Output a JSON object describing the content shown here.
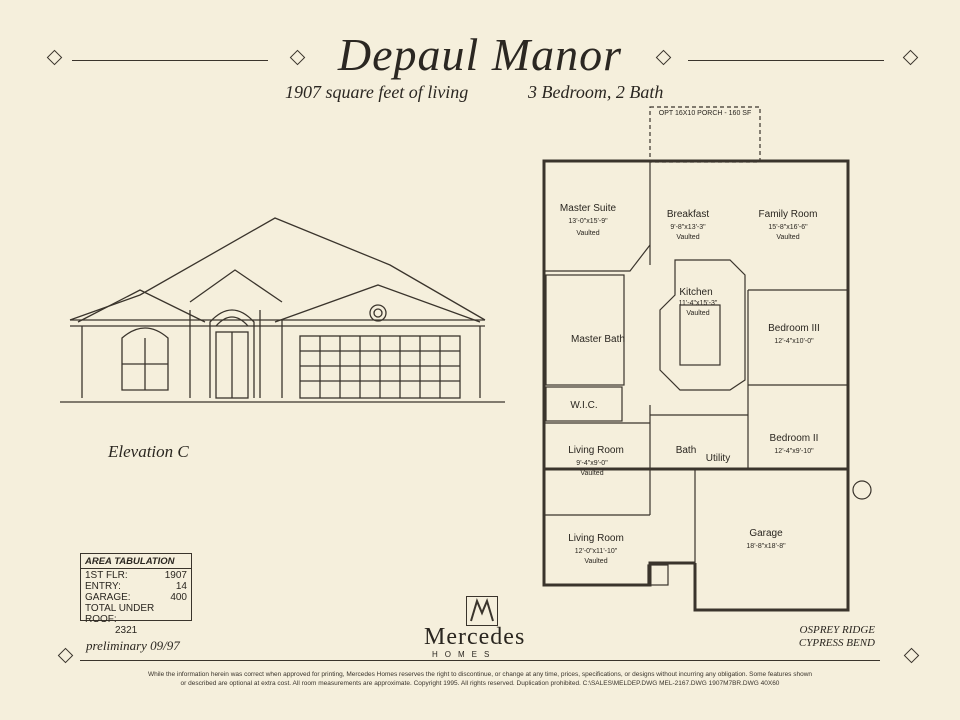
{
  "header": {
    "title": "Depaul Manor",
    "square_feet": "1907 square feet of living",
    "bedrooms_baths": "3 Bedroom, 2 Bath"
  },
  "elevation": {
    "label": "Elevation C"
  },
  "plan": {
    "porch_note": "OPT 16X10 PORCH - 160 SF",
    "rooms": [
      {
        "name": "Master Suite",
        "dims": "13'-0\"x15'-9\"",
        "note": "Vaulted"
      },
      {
        "name": "Breakfast",
        "dims": "9'-8\"x13'-3\"",
        "note": "Vaulted"
      },
      {
        "name": "Family Room",
        "dims": "15'-8\"x16'-6\"",
        "note": "Vaulted"
      },
      {
        "name": "Kitchen",
        "dims": "11'-4\"x15'-3\"",
        "note": "Vaulted"
      },
      {
        "name": "Bedroom III",
        "dims": "12'-4\"x10'-0\"",
        "note": ""
      },
      {
        "name": "Master Bath",
        "dims": "",
        "note": ""
      },
      {
        "name": "W.I.C.",
        "dims": "",
        "note": ""
      },
      {
        "name": "Bedroom II",
        "dims": "12'-4\"x9'-10\"",
        "note": ""
      },
      {
        "name": "Living Room",
        "dims": "9'-4\"x9'-0\"",
        "note": "Vaulted"
      },
      {
        "name": "Bath",
        "dims": "",
        "note": ""
      },
      {
        "name": "Utility",
        "dims": "",
        "note": ""
      },
      {
        "name": "Living Room",
        "dims": "12'-0\"x11'-10\"",
        "note": "Vaulted"
      },
      {
        "name": "Garage",
        "dims": "18'-8\"x18'-8\"",
        "note": ""
      }
    ]
  },
  "area_tabulation": {
    "heading": "AREA TABULATION",
    "rows": [
      {
        "label": "1ST FLR:",
        "value": "1907"
      },
      {
        "label": "ENTRY:",
        "value": "14"
      },
      {
        "label": "GARAGE:",
        "value": "400"
      },
      {
        "label": "TOTAL UNDER ROOF:",
        "value": "2321"
      }
    ]
  },
  "footer": {
    "prelim": "preliminary 09/97",
    "brand": "Mercedes",
    "brand_sub": "HOMES",
    "community_1": "OSPREY RIDGE",
    "community_2": "CYPRESS BEND",
    "disclaimer_1": "While the information herein was correct when approved for printing, Mercedes Homes reserves the right to discontinue, or change at any time, prices, specifications, or designs without incurring any obligation. Some features shown",
    "disclaimer_2": "or described are optional at extra cost. All room measurements are approximate. Copyright 1995. All rights reserved. Duplication prohibited. C:\\SALES\\MELDEP.DWG MEL-2167.DWG 1907M7BR.DWG 40X60"
  }
}
